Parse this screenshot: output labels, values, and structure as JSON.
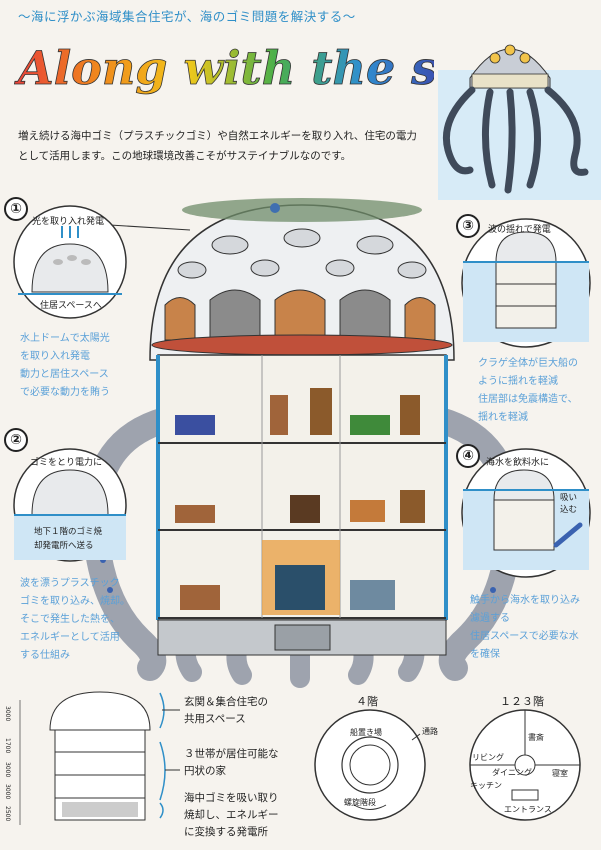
{
  "header": {
    "subtitle": "〜海に浮かぶ海域集合住宅が、海のゴミ問題を解決する〜",
    "title": "Along with the sea",
    "intro_lines": [
      "増え続ける海中ゴミ（プラスチックゴミ）や自然エネルギーを取り入れ、住宅の電力",
      "として活用します。この地球環境改善こそがサステイナブルなのです。"
    ]
  },
  "features": [
    {
      "number": "①",
      "callout_top": "光を取り入れ発電",
      "callout_bottom": "住居スペースへ",
      "note_lines": [
        "水上ドームで太陽光",
        "を取り入れ発電",
        "動力と居住スペース",
        "で必要な動力を賄う"
      ]
    },
    {
      "number": "②",
      "callout_top": "ゴミをとり電力に",
      "callout_bottom_lines": [
        "地下１階のゴミ焼",
        "却発電所へ送る"
      ],
      "note_lines": [
        "波を漂うプラスチック",
        "ゴミを取り込み、焼却。",
        "そこで発生した熱を、",
        "エネルギーとして活用",
        "する仕組み"
      ]
    },
    {
      "number": "③",
      "callout_top": "波の揺れで発電",
      "note_lines": [
        "クラゲ全体が巨大船の",
        "ように揺れを軽減",
        "住居部は免震構造で、",
        "揺れを軽減"
      ]
    },
    {
      "number": "④",
      "callout_top": "海水を飲料水に",
      "callout_side_lines": [
        "吸い",
        "込む"
      ],
      "note_lines": [
        "触手から海水を取り込み",
        "濾過する",
        "住居スペースで必要な水",
        "を確保"
      ]
    }
  ],
  "legend": {
    "items": [
      {
        "lines": [
          "玄関＆集合住宅の",
          "共用スペース"
        ]
      },
      {
        "lines": [
          "３世帯が居住可能な",
          "円状の家"
        ]
      },
      {
        "lines": [
          "海中ゴミを吸い取り",
          "焼却し、エネルギー",
          "に変換する発電所"
        ]
      }
    ],
    "dimensions": [
      "3000",
      "1700",
      "3000",
      "3000",
      "2500"
    ]
  },
  "plans": {
    "floor4": {
      "title": "４階",
      "labels": {
        "passage": "通路",
        "boat": "船置き場",
        "stairs": "螺旋階段"
      }
    },
    "floor123": {
      "title": "１２３階",
      "labels": {
        "study": "書斎",
        "living": "リビング",
        "dining": "ダイニング",
        "bedroom": "寝室",
        "kitchen": "キッチン",
        "entrance": "エントランス"
      }
    }
  },
  "colors": {
    "sea_blue": "#cfe6f5",
    "accent_blue": "#2f8fc8",
    "note_blue": "#5aa0d8",
    "tentacle_gray": "#9ea3ae",
    "dome_floor_red": "#c0503a"
  }
}
